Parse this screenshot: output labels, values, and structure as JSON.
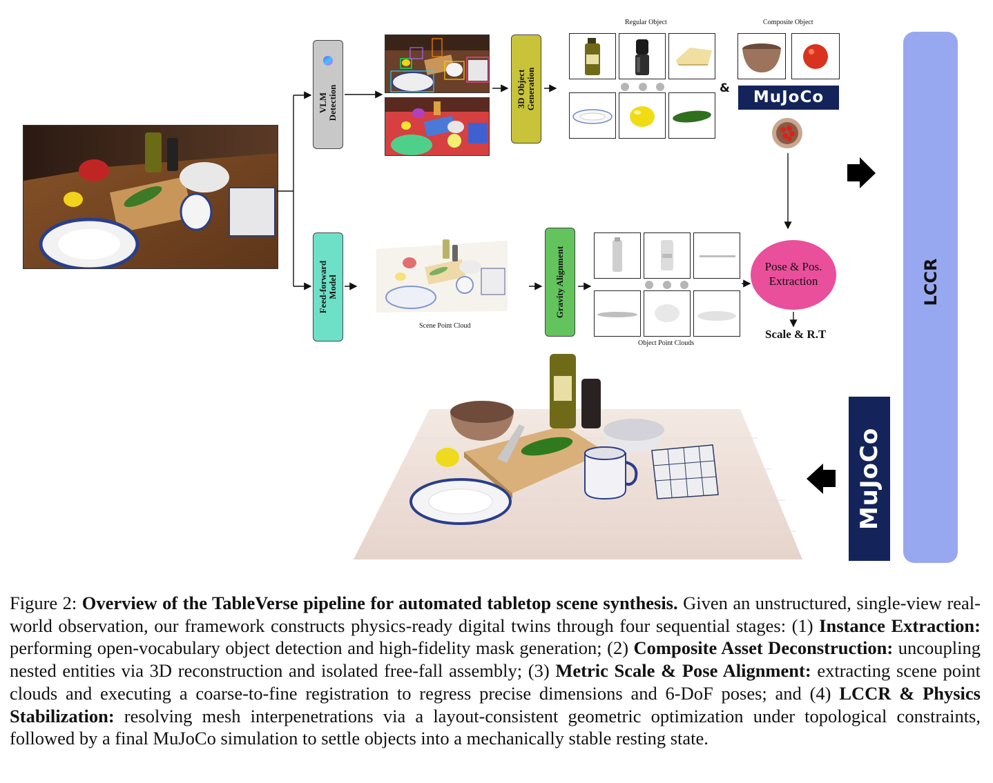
{
  "diagram": {
    "vlm_detection": "VLM Detection",
    "object_generation": "3D Object Generation",
    "feed_forward_model": "Feed-forward Model",
    "gravity_alignment": "Gravity Alignment",
    "regular_object": "Regular Object",
    "composite_object": "Composite Object",
    "ampersand": "&",
    "mujoco_label": "MuJoCo",
    "pose_extraction": "Pose & Pos. Extraction",
    "scale_rt": "Scale & R.T",
    "scene_point_cloud": "Scene Point Cloud",
    "object_point_clouds": "Object Point Clouds",
    "lccr": "LCCR",
    "mujoco_vertical": "MuJoCo",
    "colors": {
      "vlm_box": "#c8c8c8",
      "gen_box": "#c9c33a",
      "ff_box": "#6fe0c8",
      "gravity_box": "#63c35c",
      "ellipse": "#e94f9b",
      "lccr_bar": "#98a8f0",
      "mujoco": "#14245a"
    }
  },
  "caption": {
    "prefix": "Figure 2: ",
    "title": "Overview of the TableVerse pipeline for automated tabletop scene synthesis.",
    "intro": " Given an unstructured, single-view real-world observation, our framework constructs physics-ready digital twins through four sequential stages: (1) ",
    "s1_title": "Instance Extraction:",
    "s1_text": " performing open-vocabulary object detection and high-fidelity mask generation; (2) ",
    "s2_title": "Composite Asset Deconstruction:",
    "s2_text": " uncoupling nested entities via 3D reconstruction and isolated free-fall assembly; (3) ",
    "s3_title": "Metric Scale & Pose Alignment:",
    "s3_text": " extracting scene point clouds and executing a coarse-to-fine registration to regress precise dimensions and 6-DoF poses; and (4) ",
    "s4_title": "LCCR & Physics Stabilization:",
    "s4_text": " resolving mesh interpenetrations via a layout-consistent geometric optimization under topological constraints, followed by a final MuJoCo simulation to settle objects into a mechanically stable resting state."
  }
}
